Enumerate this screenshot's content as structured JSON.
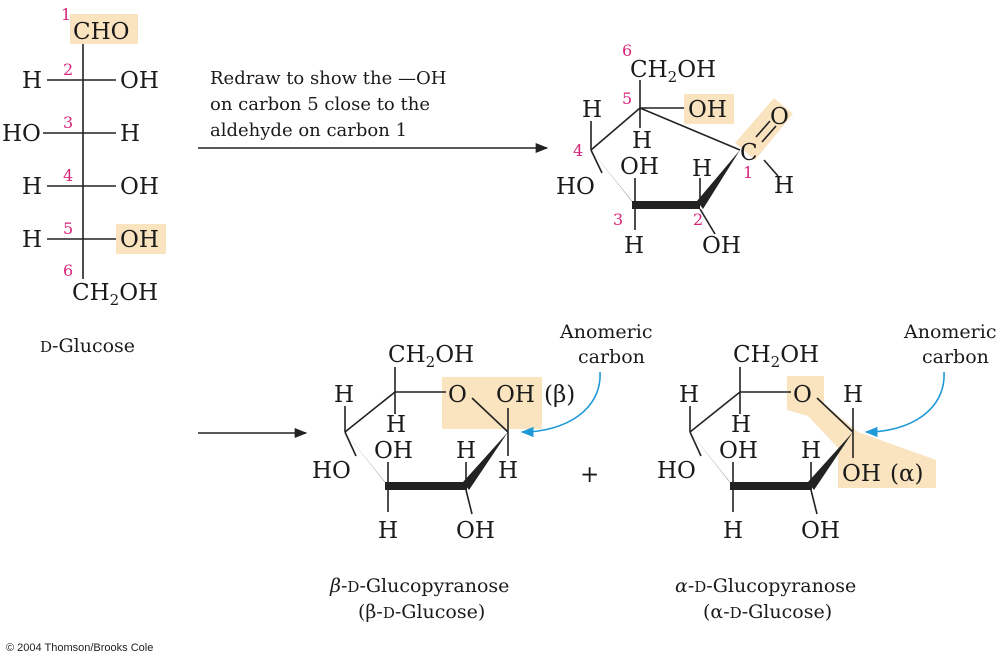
{
  "fischer": {
    "top": "CHO",
    "rows": [
      {
        "num": "2",
        "left": "H",
        "right": "OH"
      },
      {
        "num": "3",
        "left": "HO",
        "right": "H"
      },
      {
        "num": "4",
        "left": "H",
        "right": "OH"
      },
      {
        "num": "5",
        "left": "H",
        "right": "OH"
      }
    ],
    "num_top": "1",
    "num_bottom": "6",
    "bottom": "CH",
    "bottom_sub": "2",
    "bottom_tail": "OH",
    "name_prefix": "D",
    "name": "-Glucose"
  },
  "step_note": {
    "lines": [
      "Redraw to show the —OH",
      "on carbon 5 close to the",
      "aldehyde on carbon 1"
    ]
  },
  "open_ring": {
    "ch2oh": "CH",
    "ch2oh_sub": "2",
    "ch2oh_tail": "OH",
    "oh5": "OH",
    "h5": "H",
    "h4": "H",
    "ho4": "HO",
    "oh3": "OH",
    "h3": "H",
    "h2": "H",
    "oh2": "OH",
    "carbonyl_c": "C",
    "carbonyl_o": "O",
    "h1": "H",
    "nums": [
      "1",
      "2",
      "3",
      "4",
      "5",
      "6"
    ]
  },
  "beta": {
    "ch2oh": "CH",
    "ch2oh_sub": "2",
    "ch2oh_tail": "OH",
    "ring_o": "O",
    "oh1": "OH",
    "anomer": "(β)",
    "h5": "H",
    "h4": "H",
    "ho4": "HO",
    "oh3": "OH",
    "h3": "H",
    "h2": "H",
    "oh2": "OH",
    "h1": "H",
    "anomeric_label": [
      "Anomeric",
      "carbon"
    ],
    "caption_greek": "β",
    "caption_prefix": "D",
    "caption_name": "-Glucopyranose",
    "caption_paren": "(β-",
    "caption_paren_prefix": "D",
    "caption_paren_name": "-Glucose)"
  },
  "plus": "+",
  "alpha": {
    "ch2oh": "CH",
    "ch2oh_sub": "2",
    "ch2oh_tail": "OH",
    "ring_o": "O",
    "h1": "H",
    "oh1": "OH",
    "anomer": "(α)",
    "h5": "H",
    "h4": "H",
    "ho4": "HO",
    "oh3": "OH",
    "h3": "H",
    "h2": "H",
    "oh2": "OH",
    "anomeric_label": [
      "Anomeric",
      "carbon"
    ],
    "caption_greek": "α",
    "caption_prefix": "D",
    "caption_name": "-Glucopyranose",
    "caption_paren": "(α-",
    "caption_paren_prefix": "D",
    "caption_paren_name": "-Glucose)"
  },
  "copyright": "© 2004 Thomson/Brooks Cole",
  "colors": {
    "highlight": "#fae3bf",
    "carbon_number": "#d6247a",
    "anomeric_arrow": "#1f9ad6",
    "ink": "#1a1a1a"
  }
}
